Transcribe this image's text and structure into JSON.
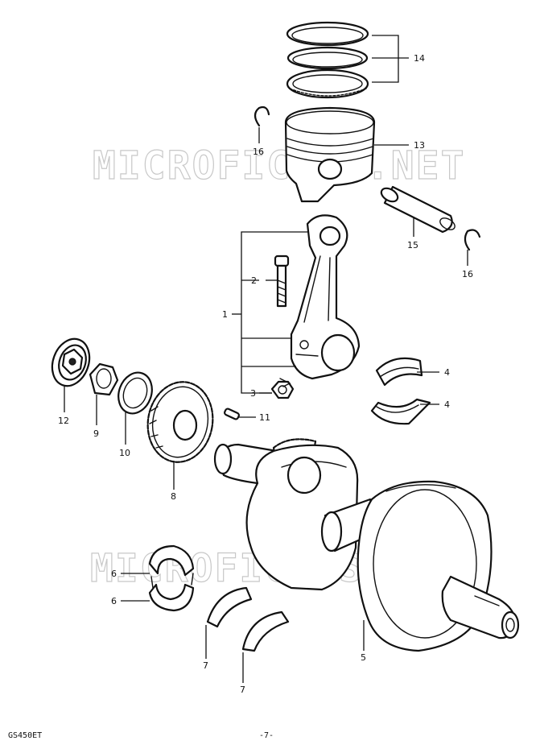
{
  "watermark": "MICROFICHES.NET",
  "footer": {
    "model": "GS450ET",
    "page": "-7-"
  },
  "callouts": [
    "1",
    "2",
    "3",
    "4",
    "4",
    "5",
    "6",
    "6",
    "7",
    "7",
    "8",
    "9",
    "10",
    "11",
    "12",
    "13",
    "14",
    "15",
    "16",
    "16"
  ]
}
